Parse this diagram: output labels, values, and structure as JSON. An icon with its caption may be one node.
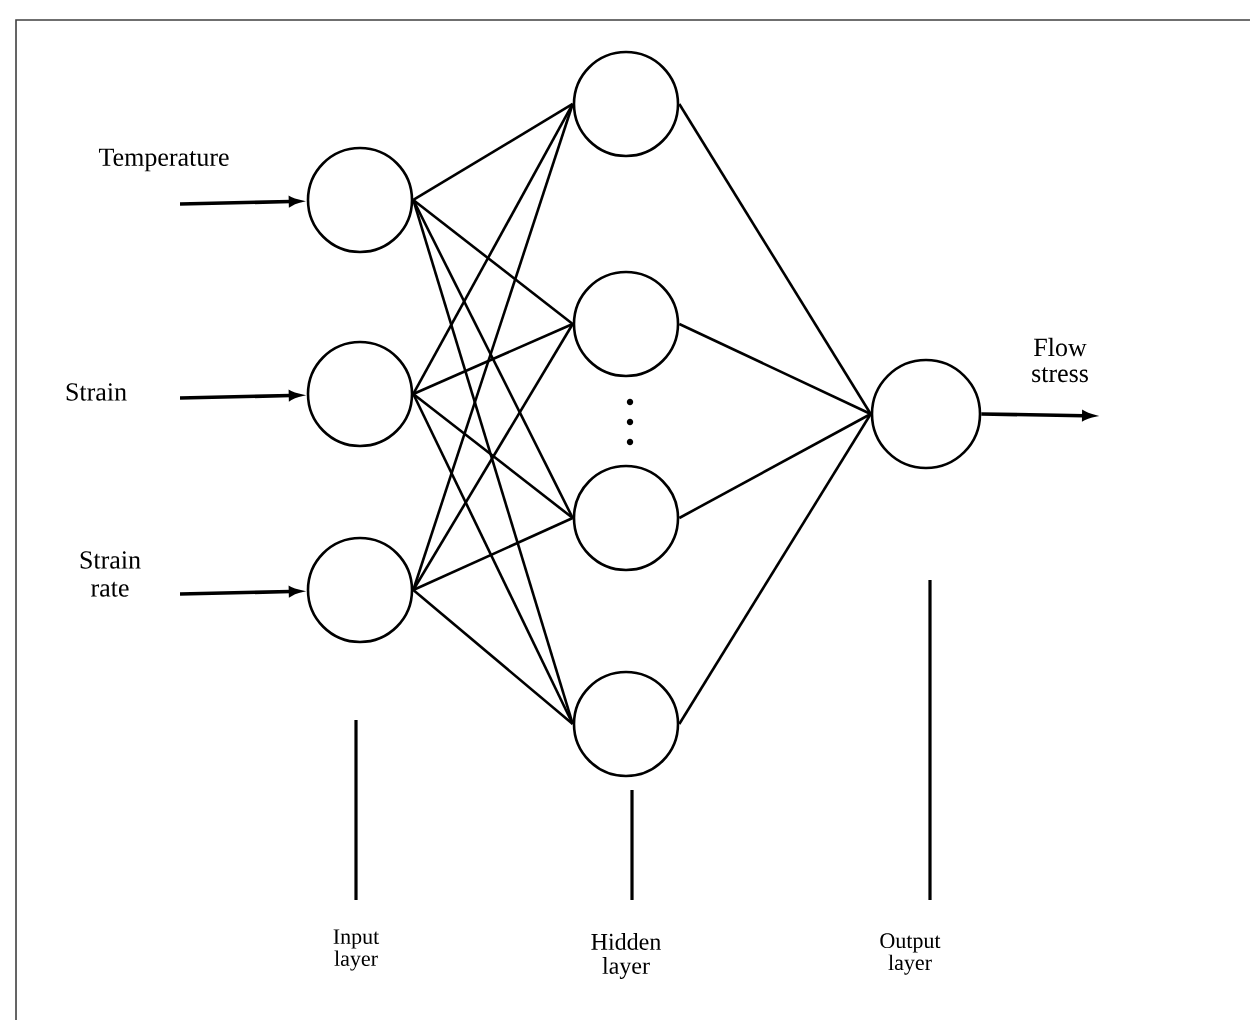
{
  "diagram": {
    "nodes": [
      {
        "text": [
          "Temperature"
        ]
      },
      {
        "text": [
          "Strain"
        ]
      },
      {
        "text": [
          "Strain rate"
        ]
      },
      {
        "text": [],
        "shape": "circle"
      },
      {
        "text": [],
        "shape": "circle"
      },
      {
        "text": [],
        "shape": "circle"
      },
      {
        "text": [],
        "shape": "circle"
      },
      {
        "text": [],
        "shape": "circle"
      },
      {
        "text": [],
        "shape": "circle"
      },
      {
        "text": [],
        "shape": "circle"
      },
      {
        "text": [],
        "shape": "circle"
      }
    ],
    "edges": [
      {
        "from": 0,
        "to": 3,
        "arrow": "to"
      },
      {
        "from": 1,
        "to": 4,
        "arrow": "to"
      },
      {
        "from": 2,
        "to": 5,
        "arrow": "to"
      },
      {
        "from": 3,
        "to": 6,
        "arrow": "none"
      },
      {
        "from": 3,
        "to": 7,
        "arrow": "none"
      },
      {
        "from": 3,
        "to": 8,
        "arrow": "none"
      },
      {
        "from": 3,
        "to": 9,
        "arrow": "none"
      },
      {
        "from": 4,
        "to": 6,
        "arrow": "none"
      },
      {
        "from": 4,
        "to": 7,
        "arrow": "none"
      },
      {
        "from": 4,
        "to": 8,
        "arrow": "none"
      },
      {
        "from": 4,
        "to": 9,
        "arrow": "none"
      },
      {
        "from": 5,
        "to": 6,
        "arrow": "none"
      },
      {
        "from": 5,
        "to": 7,
        "arrow": "none"
      },
      {
        "from": 5,
        "to": 8,
        "arrow": "none"
      },
      {
        "from": 5,
        "to": 9,
        "arrow": "none"
      },
      {
        "from": 6,
        "to": 10,
        "arrow": "none"
      },
      {
        "from": 7,
        "to": 10,
        "arrow": "none"
      },
      {
        "from": 8,
        "to": 10,
        "arrow": "none"
      },
      {
        "from": 9,
        "to": 10,
        "arrow": "none"
      },
      {
        "from": 10,
        "to": null,
        "arrow": "to",
        "label": "Flow stress"
      }
    ],
    "labels": [
      "Input layer",
      "Hidden layer",
      "Output layer"
    ]
  }
}
